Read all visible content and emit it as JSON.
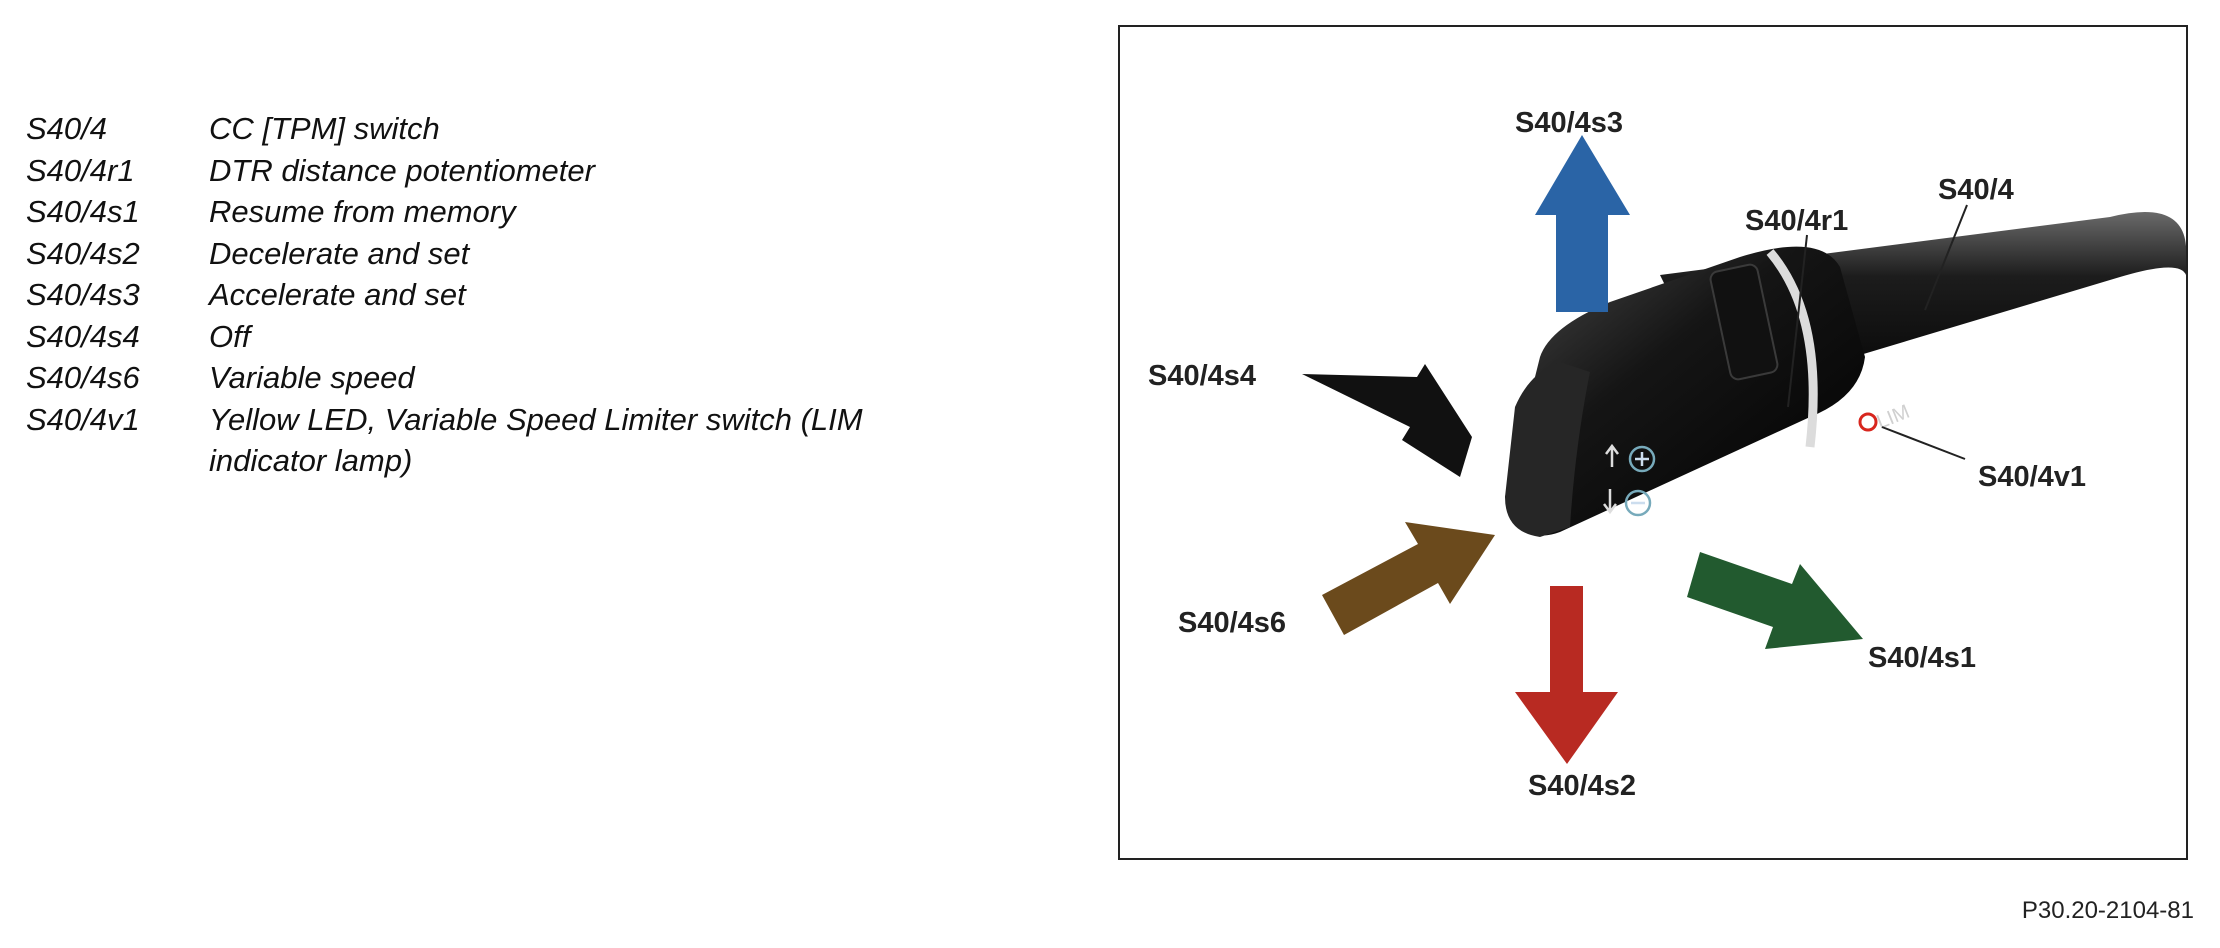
{
  "legend": [
    {
      "code": "S40/4",
      "desc": "CC [TPM] switch"
    },
    {
      "code": "S40/4r1",
      "desc": "DTR distance potentiometer"
    },
    {
      "code": "S40/4s1",
      "desc": "Resume from memory"
    },
    {
      "code": "S40/4s2",
      "desc": "Decelerate and set"
    },
    {
      "code": "S40/4s3",
      "desc": "Accelerate and set"
    },
    {
      "code": "S40/4s4",
      "desc": "Off"
    },
    {
      "code": "S40/4s6",
      "desc": "Variable speed"
    },
    {
      "code": "S40/4v1",
      "desc": "Yellow LED, Variable Speed Limiter switch (LIM indicator lamp)"
    }
  ],
  "callouts": {
    "s40_4": "S40/4",
    "s40_4r1": "S40/4r1",
    "s40_4s1": "S40/4s1",
    "s40_4s2": "S40/4s2",
    "s40_4s3": "S40/4s3",
    "s40_4s4": "S40/4s4",
    "s40_4s6": "S40/4s6",
    "s40_4v1": "S40/4v1"
  },
  "switch_marking": "LIM",
  "arrow_colors": {
    "s40_4s3": "#2a64a6",
    "s40_4s4": "#111111",
    "s40_4s6": "#6b4a1c",
    "s40_4s2": "#b82a22",
    "s40_4s1": "#225a2f"
  },
  "figure_ref": "P30.20-2104-81"
}
